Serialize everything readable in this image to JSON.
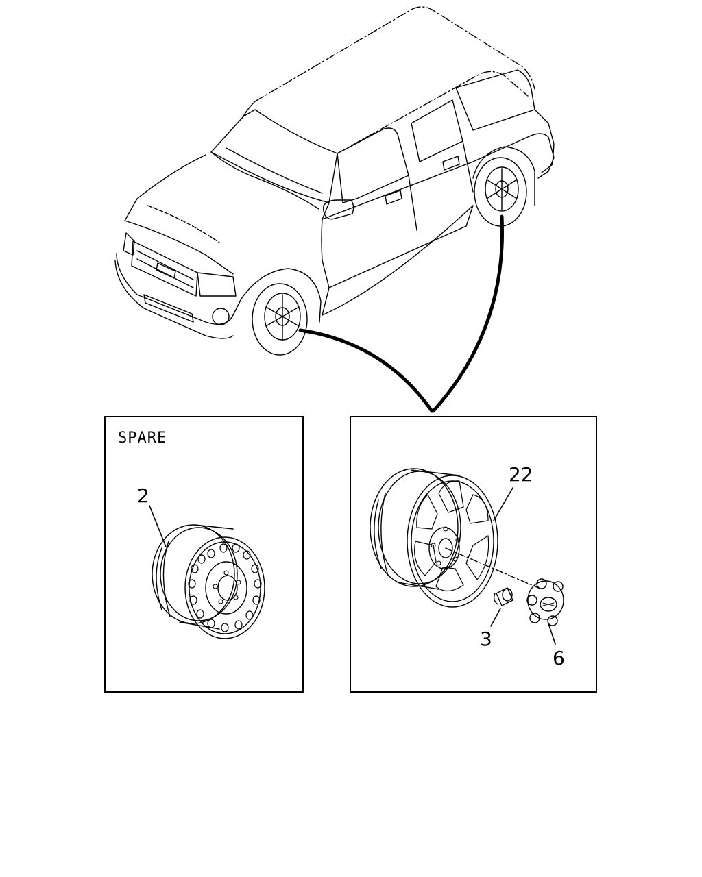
{
  "diagram": {
    "spare_panel": {
      "title": "SPARE"
    },
    "callouts": {
      "spare_wheel": "2",
      "alloy_wheel": "22",
      "wheel_nut": "3",
      "center_cap": "6"
    }
  }
}
